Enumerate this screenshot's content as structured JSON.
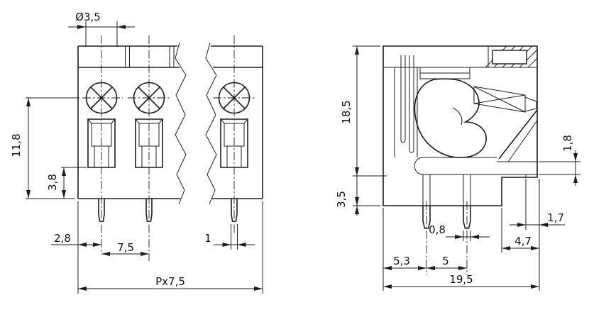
{
  "colors": {
    "line": "#1d1d1f",
    "text": "#111111",
    "background": "#ffffff"
  },
  "views": {
    "front": {
      "dims": {
        "screw_diameter": "Ø3,5",
        "screw_axis_to_bottom": "11,8",
        "opening_to_bottom": "3,8",
        "edge_to_first_pin": "2,8",
        "pole_pitch": "7,5",
        "pin_width": "1",
        "total_width": "Px7,5"
      }
    },
    "side": {
      "dims": {
        "overall_height": "18,5",
        "base_height": "3,5",
        "wire_entry_height": "1,8",
        "pin_to_edge_offset": "1,7",
        "bottom_step_width": "4,7",
        "pin_thickness": "0,8",
        "front_to_first_pin": "5,3",
        "pin_row_spacing": "5",
        "overall_depth": "19,5"
      }
    }
  }
}
